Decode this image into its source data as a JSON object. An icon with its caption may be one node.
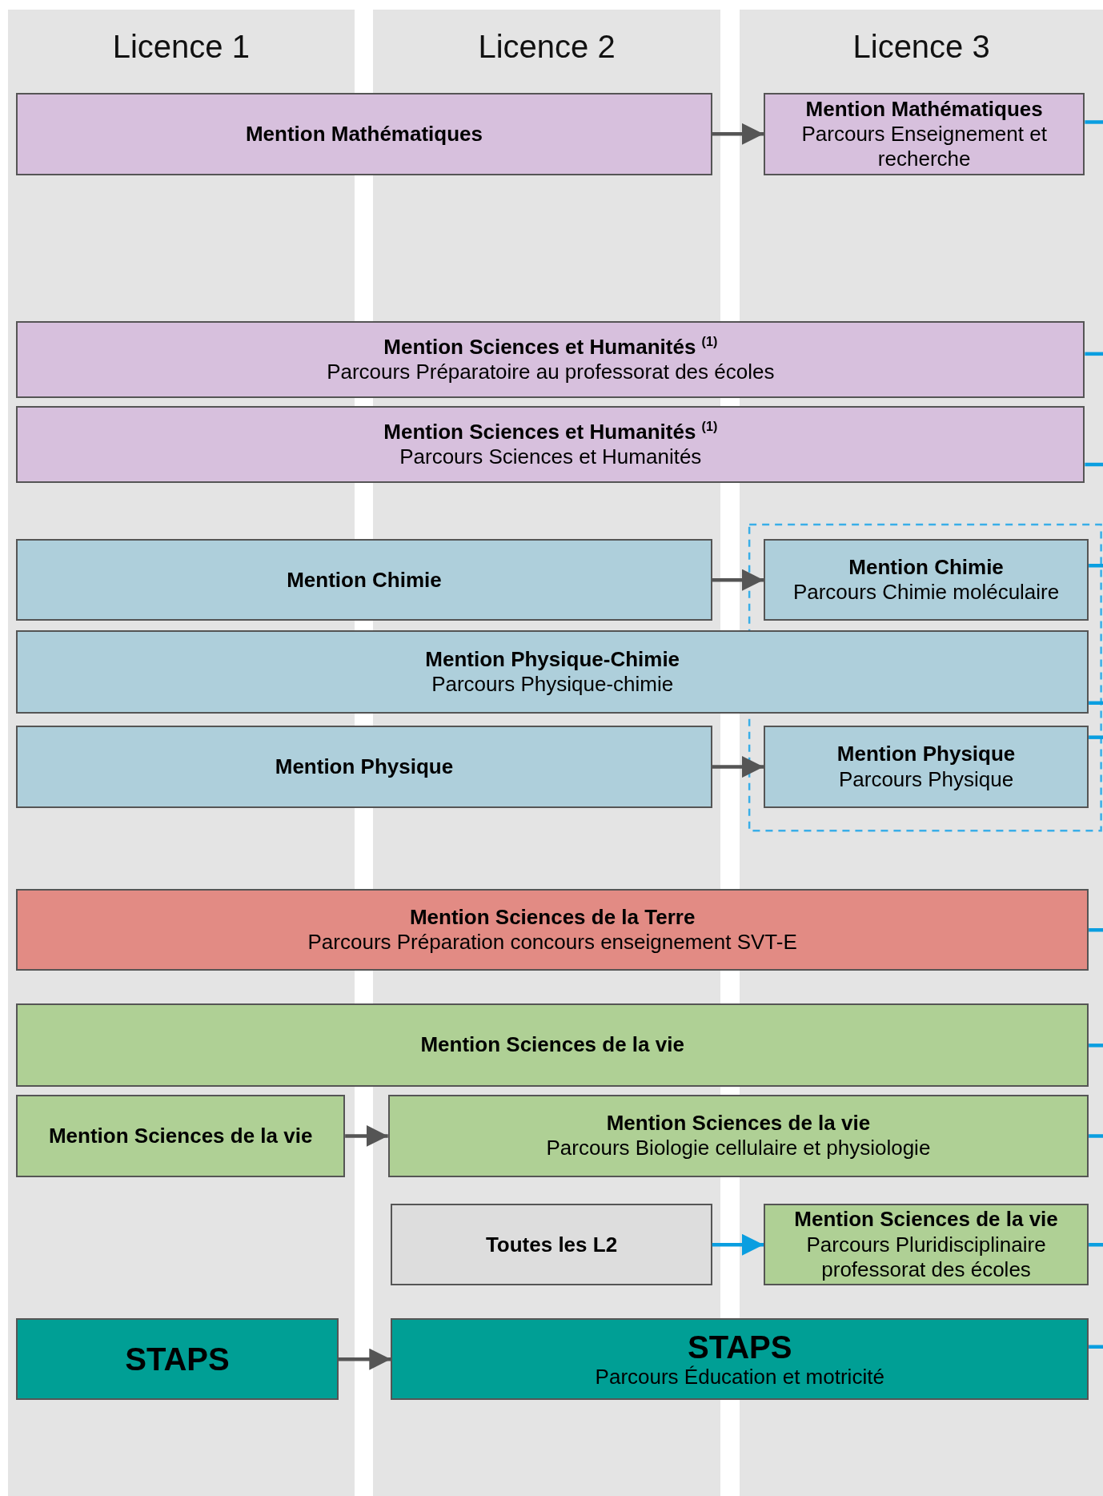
{
  "diagram": {
    "nodes": [
      {
        "text": [
          "Mention Mathématiques"
        ]
      },
      {
        "text": [
          "Mention Mathématiques",
          "Parcours Enseignement et recherche"
        ]
      },
      {
        "text": [
          "Mention Sciences et Humanités $^{(1)}$",
          "Parcours Préparatoire au professorat des écoles"
        ]
      },
      {
        "text": [
          "Mention Sciences et Humanités $^{(1)}$",
          "Parcours Sciences et Humanités"
        ]
      },
      {
        "text": [
          "Mention Chimie"
        ]
      },
      {
        "text": [
          "Mention Chimie",
          "Parcours Chimie moléculaire"
        ]
      },
      {
        "text": [
          "Mention Physique-Chimie",
          "Parcours Physique-chimie"
        ]
      },
      {
        "text": [
          "Mention Physique"
        ]
      },
      {
        "text": [
          "Mention Physique",
          "Parcours Physique"
        ]
      },
      {
        "text": [
          "Mention Sciences de la Terre",
          "Parcours Préparation concours enseignement SVT-E"
        ]
      },
      {
        "text": [
          "Mention Sciences de la vie"
        ]
      },
      {
        "text": [
          "Mention Sciences de la vie"
        ]
      },
      {
        "text": [
          "Mention Sciences de la vie",
          "Parcours Biologie cellulaire et physiologie"
        ]
      },
      {
        "text": [
          "Toutes les L2"
        ]
      },
      {
        "text": [
          "Mention Sciences de la vie",
          "Parcours Pluridisciplinaire professorat des écoles"
        ]
      },
      {
        "text": [
          "STAPS"
        ]
      },
      {
        "text": [
          "STAPS",
          "Parcours Éducation et motricité"
        ]
      }
    ],
    "edges": [
      {
        "from": 0,
        "to": 1,
        "arrow": "to",
        "color": "#555555"
      },
      {
        "from": 4,
        "to": 5,
        "arrow": "to",
        "color": "#555555"
      },
      {
        "from": 7,
        "to": 8,
        "arrow": "to",
        "color": "#555555"
      },
      {
        "from": 11,
        "to": 12,
        "arrow": "to",
        "color": "#555555"
      },
      {
        "from": 13,
        "to": 14,
        "arrow": "to"
      },
      {
        "from": 15,
        "to": 16,
        "arrow": "to",
        "color": "#555555"
      },
      {
        "from": 1,
        "to": null,
        "arrow": "none"
      },
      {
        "from": 2,
        "to": null,
        "arrow": "none"
      },
      {
        "from": 3,
        "to": null,
        "arrow": "none"
      },
      {
        "from": 5,
        "to": null,
        "arrow": "none"
      },
      {
        "from": 6,
        "to": null,
        "arrow": "none"
      },
      {
        "from": 8,
        "to": null,
        "arrow": "none"
      },
      {
        "from": 9,
        "to": null,
        "arrow": "none"
      },
      {
        "from": 10,
        "to": null,
        "arrow": "none"
      },
      {
        "from": 12,
        "to": null,
        "arrow": "none"
      },
      {
        "from": 14,
        "to": null,
        "arrow": "none"
      },
      {
        "from": 16,
        "to": null,
        "arrow": "none"
      }
    ],
    "labels": [
      "Licence 1",
      "Licence 2",
      "Licence 3"
    ]
  }
}
